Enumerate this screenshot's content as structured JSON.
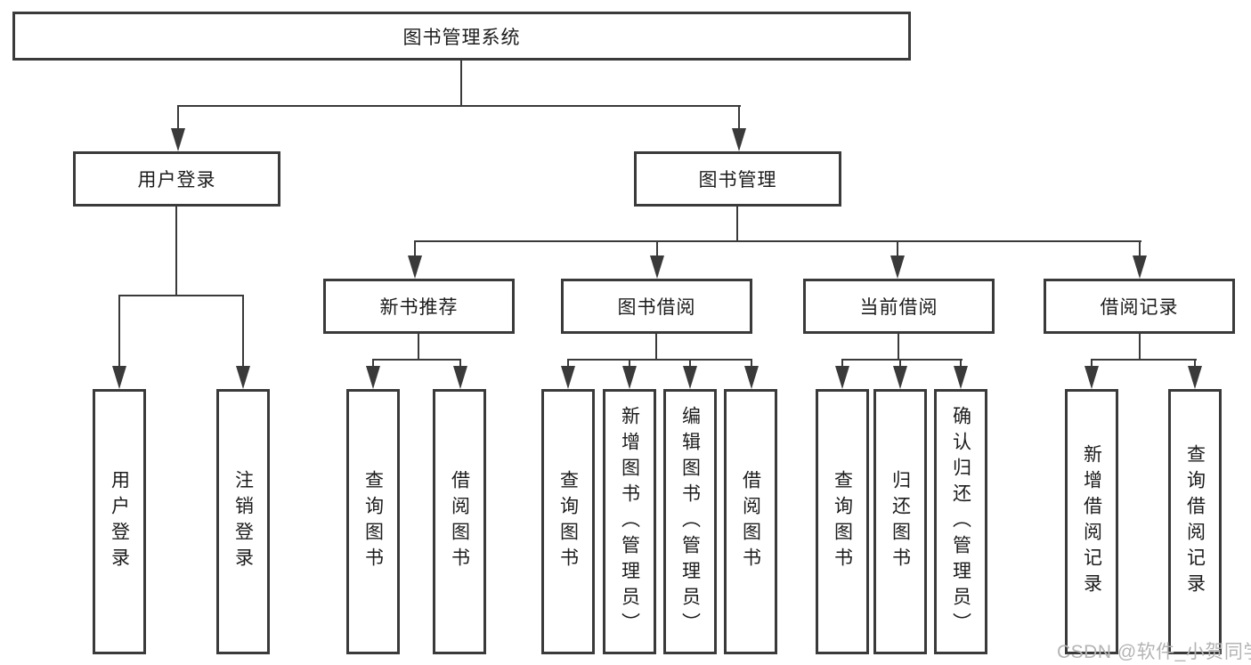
{
  "diagram_title": "图书管理系统",
  "tree": {
    "label": "图书管理系统",
    "children": [
      {
        "label": "用户登录",
        "children": [
          {
            "label": "用户登录"
          },
          {
            "label": "注销登录"
          }
        ]
      },
      {
        "label": "图书管理",
        "children": [
          {
            "label": "新书推荐",
            "children": [
              {
                "label": "查询图书"
              },
              {
                "label": "借阅图书"
              }
            ]
          },
          {
            "label": "图书借阅",
            "children": [
              {
                "label": "查询图书"
              },
              {
                "label": "新增图书（管理员）"
              },
              {
                "label": "编辑图书（管理员）"
              },
              {
                "label": "借阅图书"
              }
            ]
          },
          {
            "label": "当前借阅",
            "children": [
              {
                "label": "查询图书"
              },
              {
                "label": "归还图书"
              },
              {
                "label": "确认归还（管理员）"
              }
            ]
          },
          {
            "label": "借阅记录",
            "children": [
              {
                "label": "新增借阅记录"
              },
              {
                "label": "查询借阅记录"
              }
            ]
          }
        ]
      }
    ]
  },
  "watermark": {
    "text": "CSDN @软件_小贺同学"
  },
  "colors": {
    "line": "#3a3a3a",
    "text": "#1c1c1c",
    "background": "#ffffff",
    "watermark": "#b4b4b4"
  }
}
